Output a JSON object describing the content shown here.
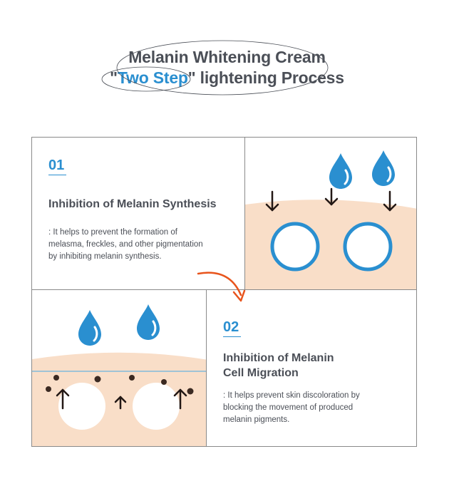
{
  "title": {
    "line1": "Melanin Whitening Cream",
    "line2_quote_open": "\"",
    "line2_accent": "Two Step",
    "line2_rest": "\" lightening Process"
  },
  "step1": {
    "number": "01",
    "heading": "Inhibition of Melanin Synthesis",
    "description_lines": [
      ": It helps to prevent the formation of",
      "melasma, freckles, and other pigmentation",
      "by inhibiting melanin synthesis."
    ]
  },
  "step2": {
    "number": "02",
    "heading_lines": [
      "Inhibition of Melanin",
      "Cell Migration"
    ],
    "description_lines": [
      ": It helps prevent skin discoloration by",
      "blocking the movement of produced",
      "melanin pigments."
    ]
  },
  "colors": {
    "accent": "#2a8fd0",
    "skin": "#f9dec8",
    "arrow_orange": "#e8541c",
    "dark_arrow": "#231815",
    "title": "#4b4f57"
  }
}
